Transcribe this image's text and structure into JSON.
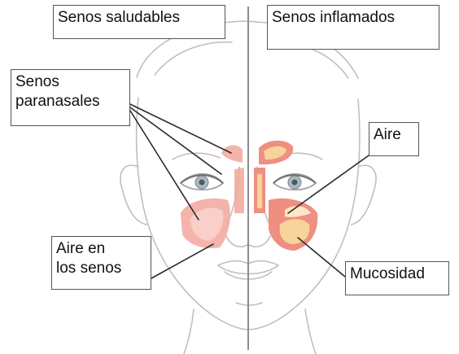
{
  "labels": {
    "healthy_title": "Senos saludables",
    "inflamed_title": "Senos inflamados",
    "paranasal": [
      "Senos",
      "paranasales"
    ],
    "air_in_sinuses": [
      "Aire en",
      "los senos"
    ],
    "air": "Aire",
    "mucus": "Mucosidad"
  },
  "colors": {
    "sinus_healthy": "#f3a79c",
    "sinus_inflamed": "#ee8f82",
    "mucus": "#f7d49a",
    "skin_line": "#c7bdb6",
    "divider": "#8c8c8c",
    "leader_line": "#2a2a2a"
  }
}
